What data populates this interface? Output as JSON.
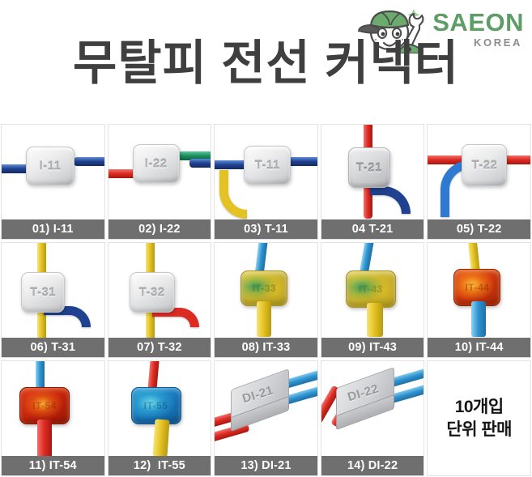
{
  "header": {
    "title": "무탈피 전선 커넥터",
    "brand": {
      "name": "SAEON",
      "sub": "KOREA",
      "mascot_alt": "mechanic-mascot-with-wrench",
      "green": "#5e9e66",
      "gray": "#8c8c8c"
    },
    "title_color": "#3f3f3f"
  },
  "grid": {
    "label_bar_color": "#6f6f6f",
    "label_text_color": "#ffffff",
    "columns": 5,
    "rows": 3,
    "items": [
      {
        "label": "01) I-11",
        "code": "I-11",
        "body_style": "plastic",
        "wire_colors": [
          "blue",
          "blue"
        ],
        "shape": "inline-straight"
      },
      {
        "label": "02) I-22",
        "code": "I-22",
        "body_style": "plastic",
        "wire_colors": [
          "red",
          "green",
          "blue"
        ],
        "shape": "inline-straight"
      },
      {
        "label": "03) T-11",
        "code": "T-11",
        "body_style": "plastic",
        "wire_colors": [
          "blue",
          "yellow"
        ],
        "shape": "tee-horizontal"
      },
      {
        "label": "04 T-21",
        "code": "T-21",
        "body_style": "plastic-dark",
        "wire_colors": [
          "red",
          "blue"
        ],
        "shape": "tee-vertical"
      },
      {
        "label": "05) T-22",
        "code": "T-22",
        "body_style": "plastic",
        "wire_colors": [
          "red",
          "blue"
        ],
        "shape": "tee-horizontal-down"
      },
      {
        "label": "06) T-31",
        "code": "T-31",
        "body_style": "plastic",
        "wire_colors": [
          "yellow",
          "blue"
        ],
        "shape": "tee-vertical"
      },
      {
        "label": "07) T-32",
        "code": "T-32",
        "body_style": "plastic",
        "wire_colors": [
          "yellow",
          "red"
        ],
        "shape": "tee-vertical"
      },
      {
        "label": "08) IT-33",
        "code": "IT-33",
        "body_style": "gel-yellow",
        "wire_colors": [
          "ltblue",
          "yellow"
        ],
        "shape": "gel-tab"
      },
      {
        "label": "09) IT-43",
        "code": "IT-43",
        "body_style": "gel-yellow",
        "wire_colors": [
          "ltblue",
          "yellow"
        ],
        "shape": "gel-tab"
      },
      {
        "label": "10) IT-44",
        "code": "IT-44",
        "body_style": "gel-orange",
        "wire_colors": [
          "yellow",
          "ltblue"
        ],
        "shape": "gel-tab"
      },
      {
        "label": "11) IT-54",
        "code": "IT-54",
        "body_style": "gel-red",
        "wire_colors": [
          "ltblue",
          "red"
        ],
        "shape": "gel-tab"
      },
      {
        "label": "12)  IT-55",
        "code": "IT-55",
        "body_style": "gel-blue",
        "wire_colors": [
          "red",
          "yellow"
        ],
        "shape": "gel-tab"
      },
      {
        "label": "13) DI-21",
        "code": "DI-21",
        "body_style": "di-grey",
        "wire_colors": [
          "ltblue",
          "red"
        ],
        "shape": "isometric-dual"
      },
      {
        "label": "14) DI-22",
        "code": "DI-22",
        "body_style": "di-grey",
        "wire_colors": [
          "ltblue",
          "red"
        ],
        "shape": "isometric-dual"
      }
    ],
    "note": {
      "line1": "10개입",
      "line2": "단위 판매"
    }
  }
}
